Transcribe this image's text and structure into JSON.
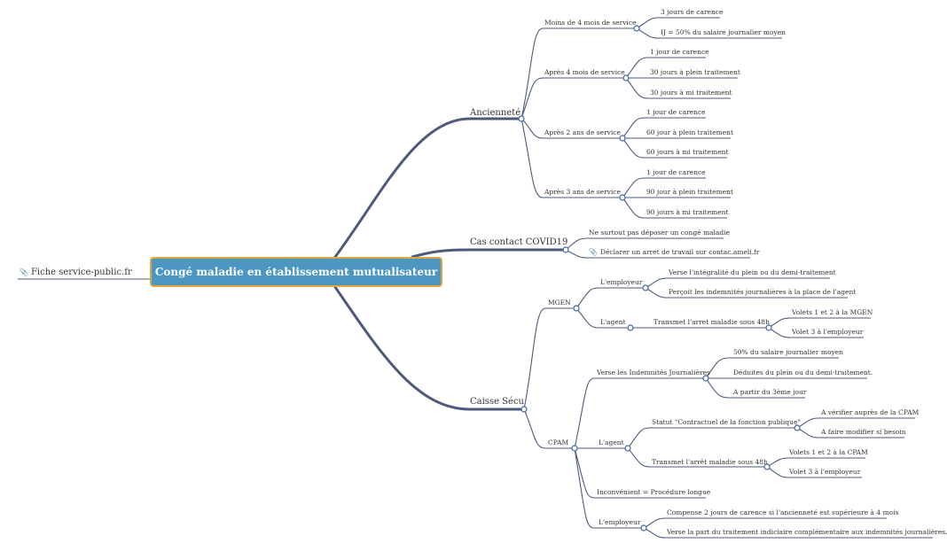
{
  "root": "Congé maladie en établissement mutualisateur",
  "left_link": {
    "label": "Fiche service-public.fr",
    "icon": "paperclip-icon"
  },
  "anciennete": {
    "label": "Ancienneté",
    "children": [
      {
        "label": "Moins de 4 mois de service",
        "items": [
          "3 jours de carence",
          "IJ = 50% du salaire journalier moyen"
        ]
      },
      {
        "label": "Après 4 mois de service",
        "items": [
          "1 jour de carence",
          "30 jours à plein traitement",
          "30 jours à mi traitement"
        ]
      },
      {
        "label": "Après 2 ans de service",
        "items": [
          "1 jour de carence",
          "60 jour à plein traitement",
          "60 jours à mi traitement"
        ]
      },
      {
        "label": "Après 3 ans de service",
        "items": [
          "1 jour de carence",
          "90 jour à plein traitement",
          "90 jours à mi traitement"
        ]
      }
    ]
  },
  "covid": {
    "label": "Cas contact COVID19",
    "items": [
      "Ne surtout pas déposer un congé maladie",
      "Déclarer un arret de travail sur contac.ameli.fr"
    ]
  },
  "secu": {
    "label": "Caisse Sécu",
    "mgen": {
      "label": "MGEN",
      "employeur": {
        "label": "L'employeur",
        "items": [
          "Verse l'intégralité du plein ou du demi-traitement",
          "Perçoit les indemnités journalières à la place de l'agent"
        ]
      },
      "agent": {
        "label": "L'agent",
        "sub": "Transmet l'arret maladie sous 48h",
        "items": [
          "Volets 1 et 2 à la MGEN",
          "Volet 3 à l'employeur"
        ]
      }
    },
    "cpam": {
      "label": "CPAM",
      "ij": {
        "label": "Verse les Indemnités Journalières",
        "items": [
          "50% du salaire journalier moyen",
          "Déduites du plein ou du demi-traitement.",
          "A partir du 3ème jour"
        ]
      },
      "agent": {
        "label": "L'agent",
        "statut": {
          "label": "Statut \"Contractuel de la fonction publique\"",
          "items": [
            "A vérifier auprès de la CPAM",
            "A faire modifier si besoin"
          ]
        },
        "transmet": {
          "label": "Transmet l'arrêt maladie sous 48h",
          "items": [
            "Volets 1 et 2 à la CPAM",
            "Volet 3 à l'employeur"
          ]
        }
      },
      "inconvenient": "Inconvénient = Procédure longue",
      "employeur": {
        "label": "L'employeur",
        "items": [
          "Compense 2 jours de carence si l'ancienneté est supérieure à 4 mois",
          "Verse la part du traitement indiciaire complémentaire aux indemnités journalières."
        ]
      }
    }
  },
  "colors": {
    "root_fill": "#4b97c1",
    "root_border": "#e0a83a",
    "connector": "#4d5a78",
    "node_dot": "#3f64a6"
  }
}
